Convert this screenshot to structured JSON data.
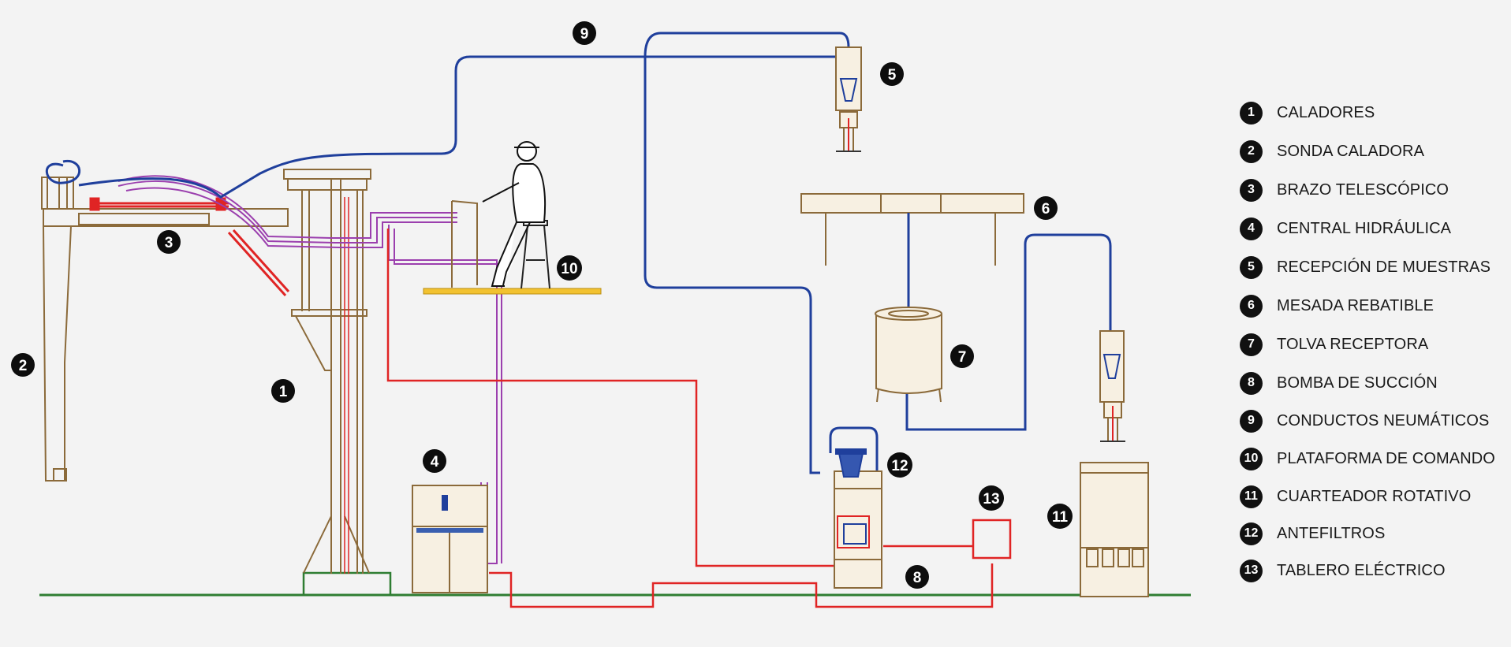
{
  "legend": [
    {
      "num": "1",
      "label": "CALADORES"
    },
    {
      "num": "2",
      "label": "SONDA CALADORA"
    },
    {
      "num": "3",
      "label": "BRAZO TELESCÓPICO"
    },
    {
      "num": "4",
      "label": "CENTRAL HIDRÁULICA"
    },
    {
      "num": "5",
      "label": "RECEPCIÓN DE MUESTRAS"
    },
    {
      "num": "6",
      "label": "MESADA REBATIBLE"
    },
    {
      "num": "7",
      "label": "TOLVA RECEPTORA"
    },
    {
      "num": "8",
      "label": "BOMBA DE SUCCIÓN"
    },
    {
      "num": "9",
      "label": "CONDUCTOS NEUMÁTICOS"
    },
    {
      "num": "10",
      "label": "PLATAFORMA DE COMANDO"
    },
    {
      "num": "11",
      "label": "CUARTEADOR ROTATIVO"
    },
    {
      "num": "12",
      "label": "ANTEFILTROS"
    },
    {
      "num": "13",
      "label": "TABLERO ELÉCTRICO"
    }
  ],
  "callouts": [
    "1",
    "2",
    "3",
    "4",
    "5",
    "6",
    "7",
    "8",
    "9",
    "10",
    "11",
    "12",
    "13"
  ],
  "colors": {
    "structure": "#8b6a3a",
    "pneumatic": "#1f3f9c",
    "electric": "#e02424",
    "hydraulic": "#9b3fae",
    "ground": "#2e7d32",
    "platform": "#f2c230",
    "callout": "#0d0d0d"
  }
}
